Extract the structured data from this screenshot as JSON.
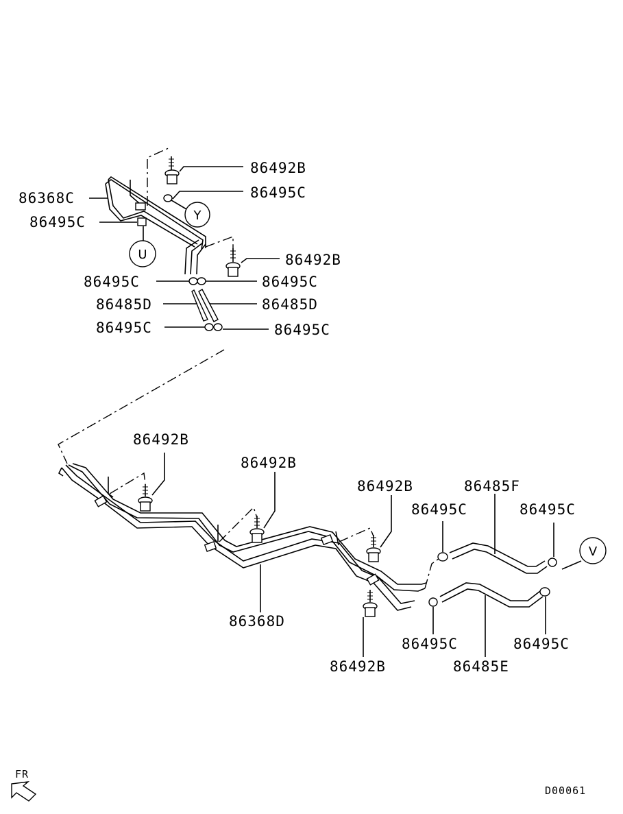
{
  "diagram": {
    "diagram_code": "D00061",
    "orientation_label": "FR",
    "callouts": {
      "U": "U",
      "Y": "Y",
      "V": "V"
    },
    "labels": {
      "top_bolt_a": "86492B",
      "top_clip_a": "86495C",
      "top_pipe": "86368C",
      "top_clip_b": "86495C",
      "top_bolt_b": "86492B",
      "mid_clip_left_1": "86495C",
      "mid_clip_right_1": "86495C",
      "mid_hose_left": "86485D",
      "mid_hose_right": "86485D",
      "mid_clip_left_2": "86495C",
      "mid_clip_right_2": "86495C",
      "low_bolt_1": "86492B",
      "low_bolt_2": "86492B",
      "low_bolt_3": "86492B",
      "low_hose_f": "86485F",
      "low_clip_f_left": "86495C",
      "low_clip_f_right": "86495C",
      "low_pipe": "86368D",
      "low_bolt_4": "86492B",
      "low_clip_e_left": "86495C",
      "low_hose_e": "86485E",
      "low_clip_e_right": "86495C"
    }
  }
}
